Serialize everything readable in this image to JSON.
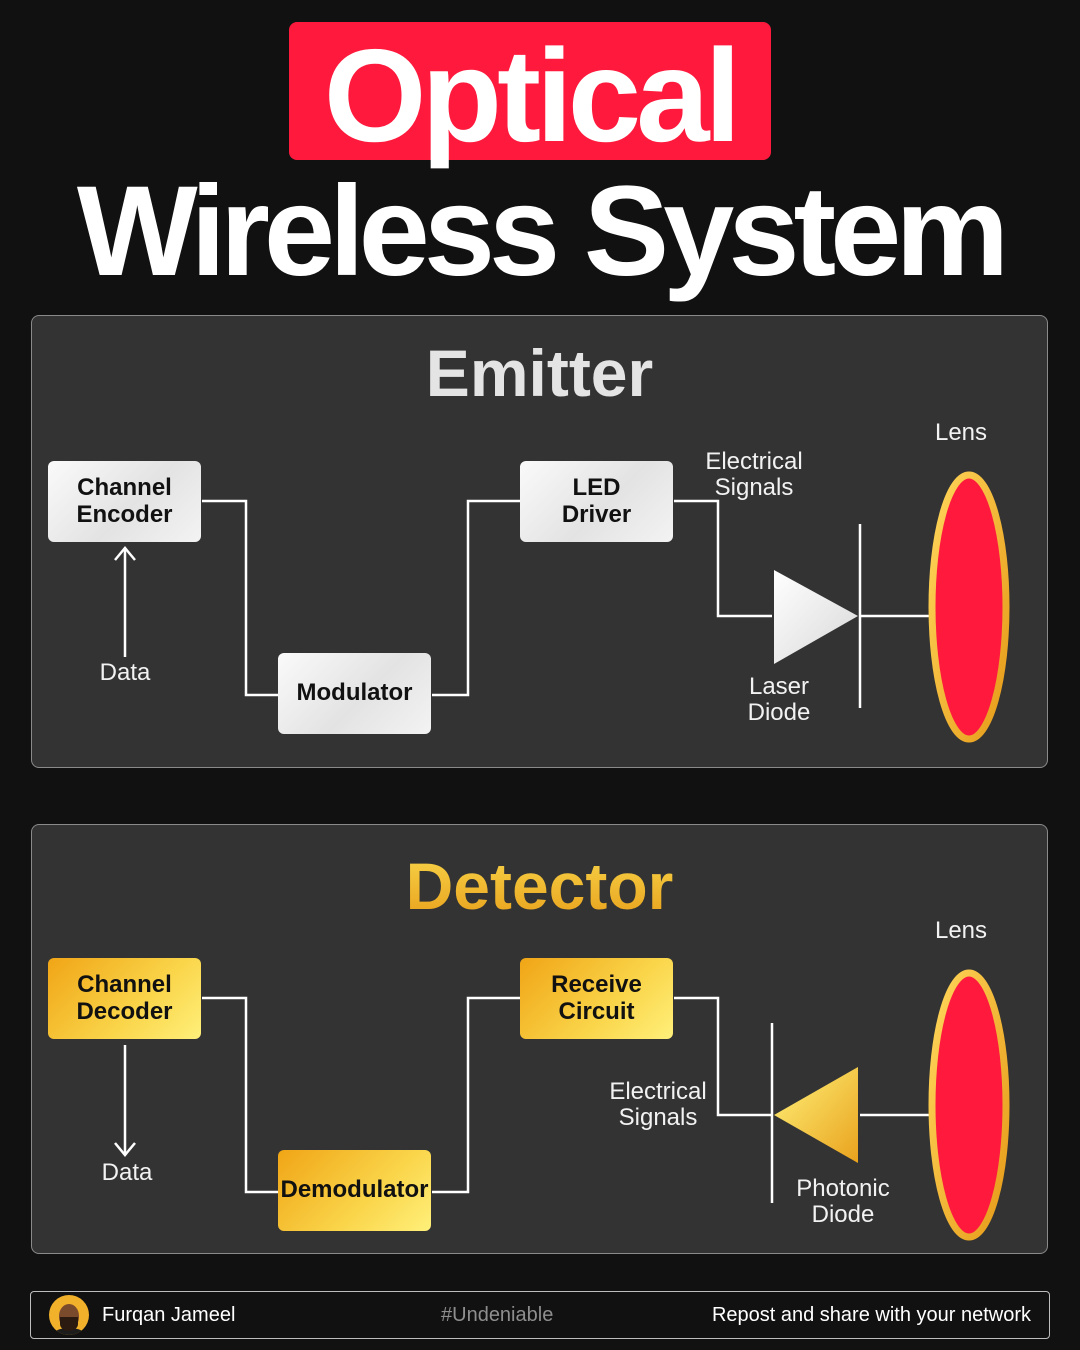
{
  "title": {
    "line1": "Optical",
    "line2": "Wireless System"
  },
  "emitter": {
    "title": "Emitter",
    "boxes": {
      "encoder": "Channel\nEncoder",
      "modulator": "Modulator",
      "driver": "LED\nDriver"
    },
    "labels": {
      "data": "Data",
      "electrical": "Electrical\nSignals",
      "diode": "Laser\nDiode",
      "lens": "Lens"
    }
  },
  "detector": {
    "title": "Detector",
    "boxes": {
      "decoder": "Channel\nDecoder",
      "demodulator": "Demodulator",
      "receive": "Receive\nCircuit"
    },
    "labels": {
      "data": "Data",
      "electrical": "Electrical\nSignals",
      "diode": "Photonic\nDiode",
      "lens": "Lens"
    }
  },
  "footer": {
    "author": "Furqan Jameel",
    "hashtag": "#Undeniable",
    "cta": "Repost and share with your network"
  },
  "colors": {
    "accent_red": "#ff1a3d",
    "gold": "#f5c531",
    "panel": "#333333",
    "background": "#111111"
  }
}
